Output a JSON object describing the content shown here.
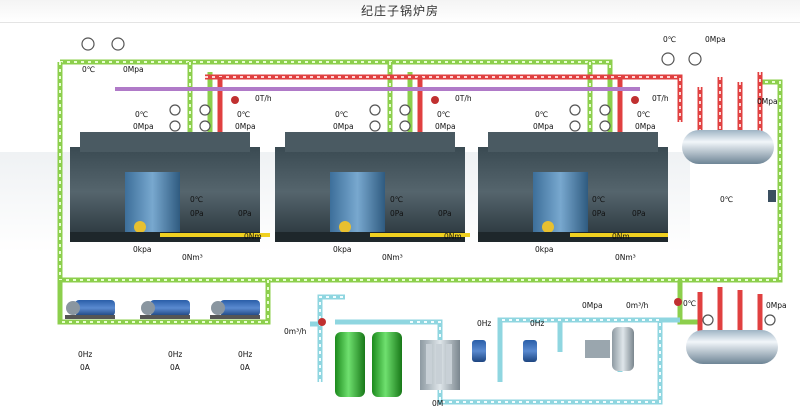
{
  "title": "纪庄子锅炉房",
  "main_steam": {
    "temp": "0℃",
    "pressure": "0Mpa"
  },
  "header_top": {
    "temp": "0℃",
    "pressure": "0Mpa"
  },
  "header_top_right": {
    "pressure": "0Mpa"
  },
  "header_mid": {
    "temp": "0℃"
  },
  "boilers": [
    {
      "flow": "0T/h",
      "steam_temp": "0℃",
      "steam_pressure": "0Mpa",
      "temp": "0℃",
      "pressure": "0Mpa",
      "furnace_temp": "0℃",
      "furnace_pressure": "0Pa",
      "draft": "0Pa",
      "gas_kpa": "0kpa",
      "gas_flow": "0Nm³",
      "gas_m": "0Nm"
    },
    {
      "flow": "0T/h",
      "steam_temp": "0℃",
      "steam_pressure": "0Mpa",
      "temp": "0℃",
      "pressure": "0Mpa",
      "furnace_temp": "0℃",
      "furnace_pressure": "0Pa",
      "draft": "0Pa",
      "gas_kpa": "0kpa",
      "gas_flow": "0Nm³",
      "gas_m": "0Nm"
    },
    {
      "flow": "0T/h",
      "steam_temp": "0℃",
      "steam_pressure": "0Mpa",
      "temp": "0℃",
      "pressure": "0Mpa",
      "furnace_temp": "0℃",
      "furnace_pressure": "0Pa",
      "draft": "0Pa",
      "gas_kpa": "0kpa",
      "gas_flow": "0Nm³",
      "gas_m": "0Nm"
    }
  ],
  "pumps": [
    {
      "freq": "0Hz",
      "current": "0A"
    },
    {
      "freq": "0Hz",
      "current": "0A"
    },
    {
      "freq": "0Hz",
      "current": "0A"
    }
  ],
  "water": {
    "inlet_flow": "0m³/h",
    "pump1_freq": "0Hz",
    "pump2_freq": "0Hz",
    "level": "0M",
    "outlet_pressure": "0Mpa",
    "outlet_flow": "0m³/h",
    "return_temp": "0℃",
    "return_pressure": "0Mpa"
  }
}
